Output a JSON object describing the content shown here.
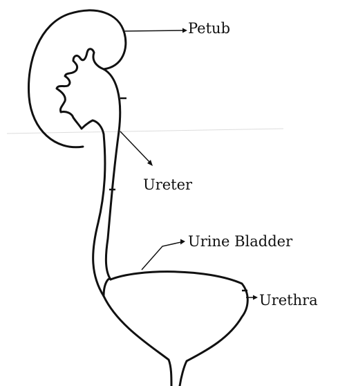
{
  "labels": {
    "kidney": "Petub",
    "ureter": "Ureter",
    "bladder": "Urine Bladder",
    "urethra": "Urethra"
  },
  "colors": {
    "ink": "#111111",
    "background": "#ffffff",
    "fold_line": "#dcdcdc"
  }
}
